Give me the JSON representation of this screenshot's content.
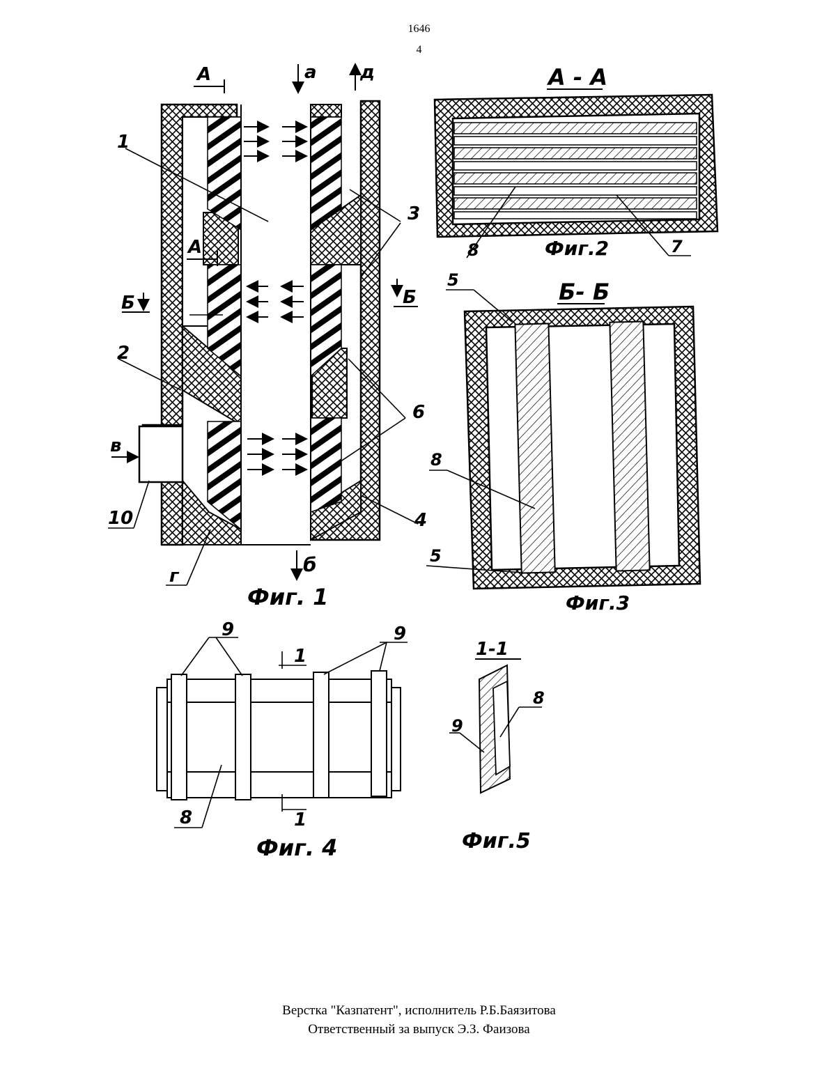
{
  "header": {
    "doc_number": "1646",
    "page_number": "4"
  },
  "figures": {
    "fig1": {
      "caption": "Фиг. 1",
      "section_marks": [
        "А",
        "А",
        "Б",
        "Б"
      ],
      "flow_labels": {
        "a": "а",
        "d": "д",
        "b": "б",
        "v": "в",
        "g": "г"
      },
      "part_labels": {
        "p1": "1",
        "p2": "2",
        "p3": "3",
        "p4": "4",
        "p6": "6",
        "p10": "10"
      }
    },
    "fig2": {
      "caption": "Фиг.2",
      "section_title": "А - А",
      "part_labels": {
        "p8": "8",
        "p7": "7"
      }
    },
    "fig3": {
      "caption": "Фиг.3",
      "section_title": "Б- Б",
      "part_labels": {
        "p5a": "5",
        "p5b": "5",
        "p8": "8"
      }
    },
    "fig4": {
      "caption": "Фиг. 4",
      "section_mark": "1",
      "part_labels": {
        "p9a": "9",
        "p9b": "9",
        "p8": "8"
      }
    },
    "fig5": {
      "caption": "Фиг.5",
      "section_title": "1-1",
      "part_labels": {
        "p9": "9",
        "p8": "8"
      }
    }
  },
  "footer": {
    "line1": "Верстка \"Казпатент\", исполнитель  Р.Б.Баязитова",
    "line2": "Ответственный за выпуск Э.З. Фаизова"
  }
}
